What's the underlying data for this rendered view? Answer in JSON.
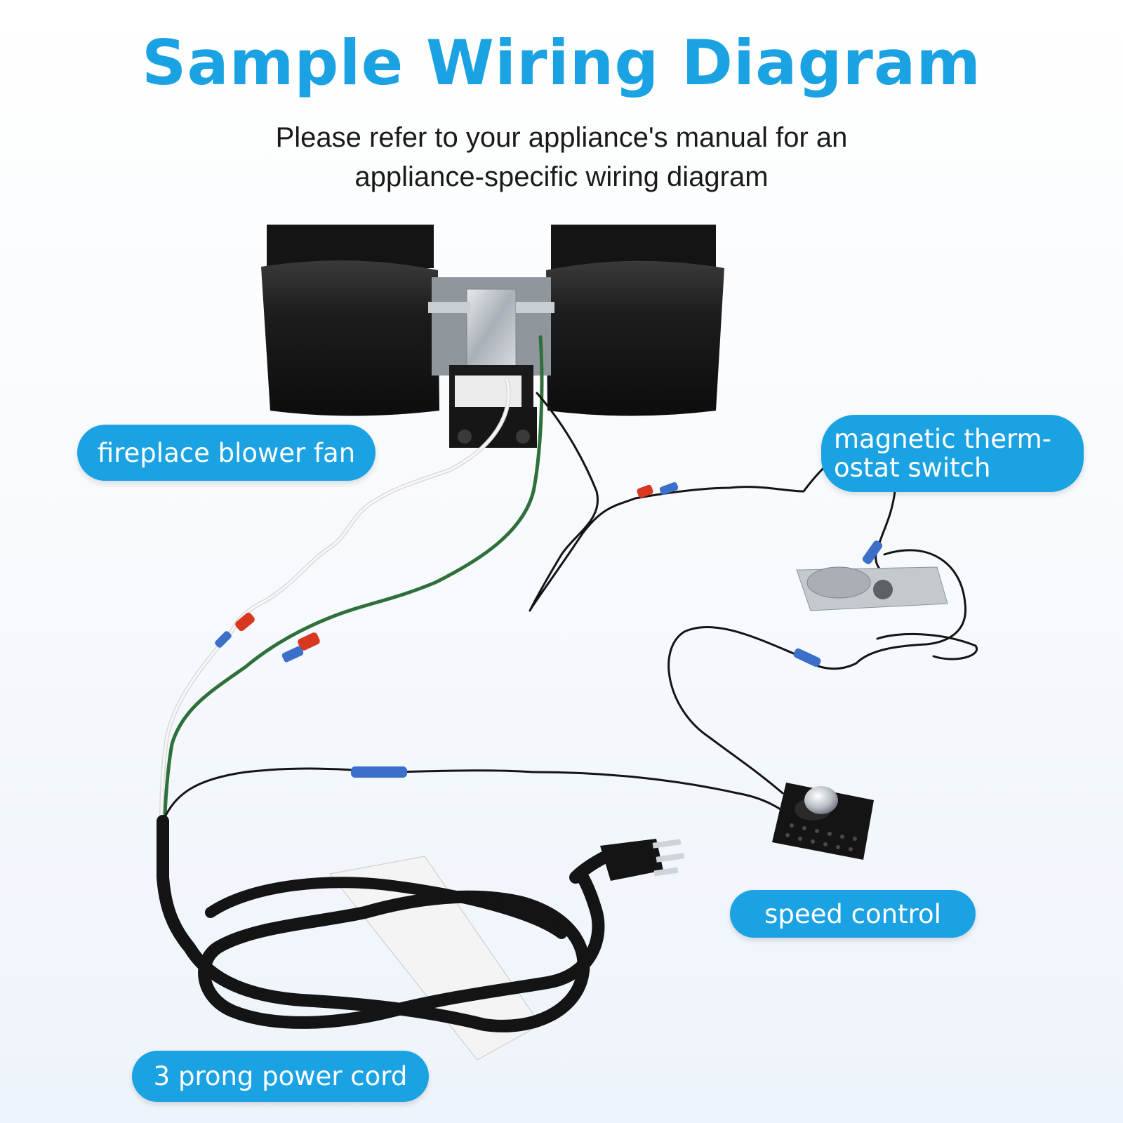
{
  "title": "Sample Wiring Diagram",
  "subtitle": {
    "line1": "Please refer to your appliance's manual for an",
    "line2": "appliance-specific wiring diagram"
  },
  "labels": {
    "blower": "fireplace blower fan",
    "thermostat_line1": "magnetic therm-",
    "thermostat_line2": "ostat switch",
    "speed": "speed control",
    "cord": "3 prong power cord"
  },
  "colors": {
    "accent": "#1ba2e3",
    "wire_white": "#f4f4f4",
    "wire_green": "#2f6f3a",
    "wire_black": "#141414",
    "connector_red": "#d9371f",
    "connector_blue": "#3b6fc9"
  }
}
